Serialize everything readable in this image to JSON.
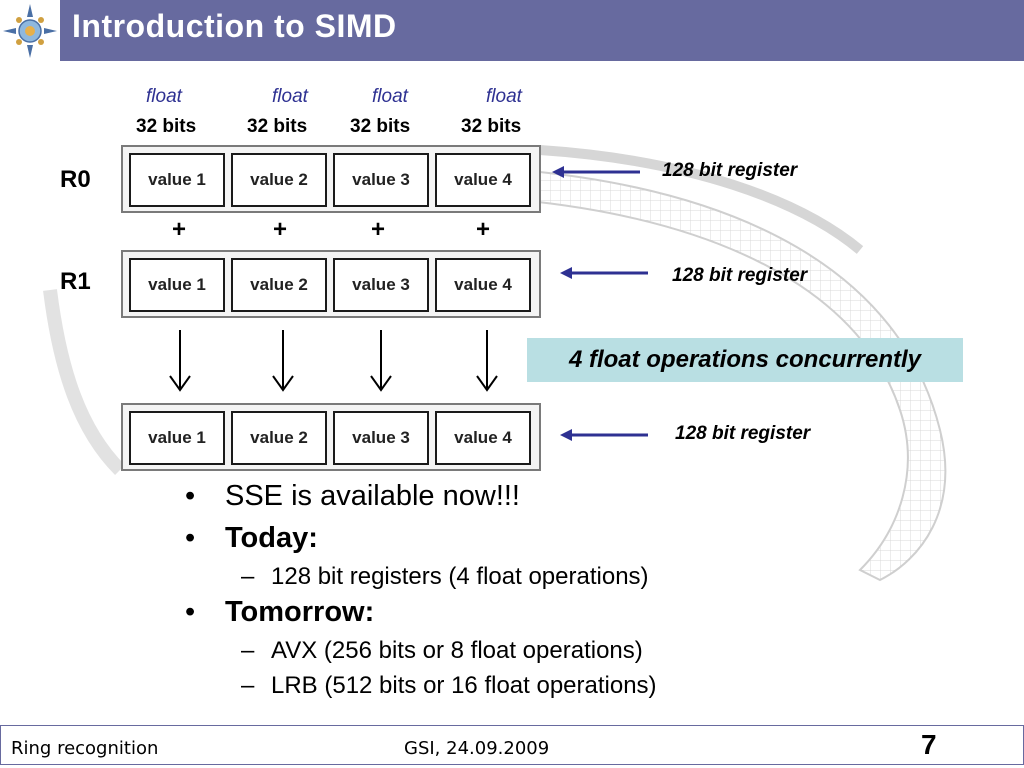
{
  "header": {
    "title": "Introduction to SIMD"
  },
  "figure": {
    "type_labels": [
      "float",
      "float",
      "float",
      "float"
    ],
    "bit_labels": [
      "32 bits",
      "32 bits",
      "32 bits",
      "32 bits"
    ],
    "registers": [
      {
        "name": "R0",
        "cells": [
          "value 1",
          "value 2",
          "value 3",
          "value 4"
        ],
        "note": "128 bit register"
      },
      {
        "name": "R1",
        "cells": [
          "value 1",
          "value 2",
          "value 3",
          "value 4"
        ],
        "note": "128 bit register"
      },
      {
        "name": "",
        "cells": [
          "value 1",
          "value 2",
          "value 3",
          "value 4"
        ],
        "note": "128 bit register"
      }
    ],
    "plus_signs": [
      "+",
      "+",
      "+",
      "+"
    ],
    "concurrent_label": "4 float operations concurrently"
  },
  "bullets": [
    {
      "level": 1,
      "marker": "•",
      "text": "SSE is available now!!!",
      "bold": false
    },
    {
      "level": 1,
      "marker": "•",
      "text": "Today:",
      "bold": true
    },
    {
      "level": 2,
      "marker": "–",
      "text": "128 bit registers (4 float operations)",
      "bold": false
    },
    {
      "level": 1,
      "marker": "•",
      "text": "Tomorrow:",
      "bold": true
    },
    {
      "level": 2,
      "marker": "–",
      "text": "AVX (256 bits or 8 float operations)",
      "bold": false
    },
    {
      "level": 2,
      "marker": "–",
      "text": "LRB (512 bits or 16 float operations)",
      "bold": false
    }
  ],
  "footer": {
    "topic": "Ring recognition",
    "venue_date": "GSI, 24.09.2009",
    "page_number": "7"
  },
  "colors": {
    "title_bar": "#676a9f",
    "float_label": "#2e3192",
    "arrow": "#2e3192",
    "highlight_box": "#b9dfe3"
  },
  "icons": {
    "logo": "compass-star-logo-icon"
  }
}
